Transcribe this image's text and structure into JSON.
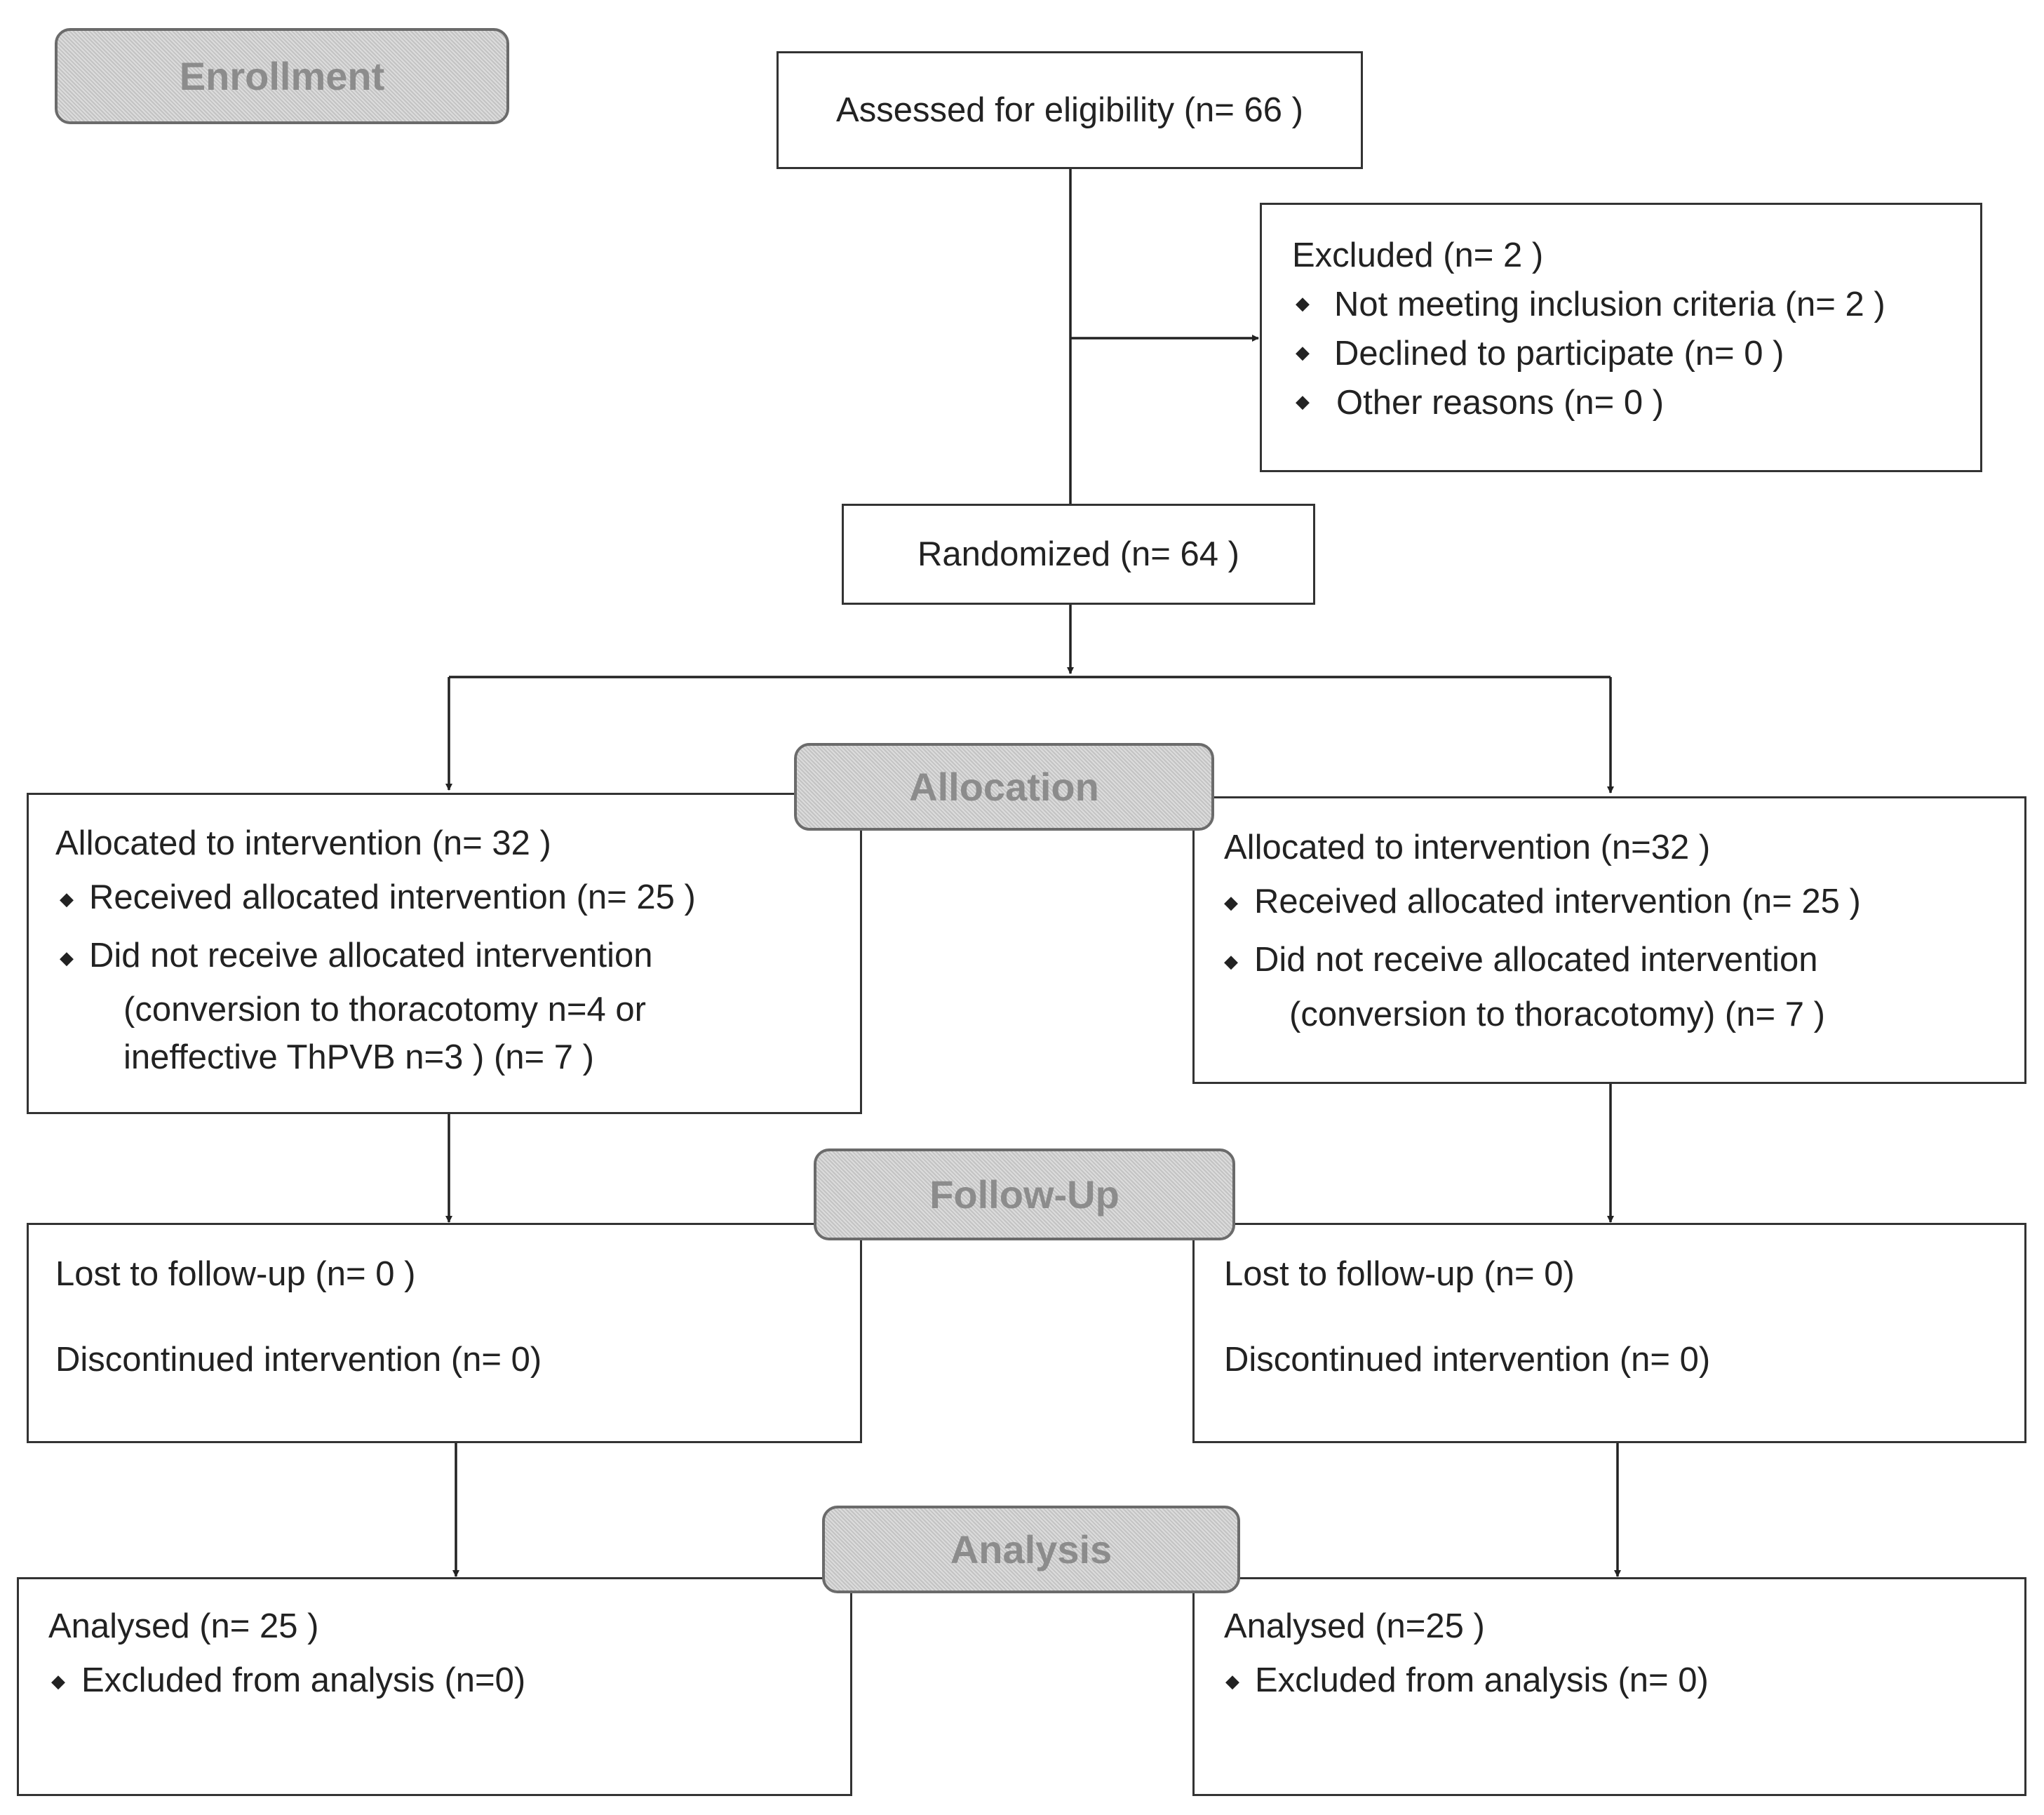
{
  "stages": {
    "enrollment": "Enrollment",
    "allocation": "Allocation",
    "follow_up": "Follow-Up",
    "analysis": "Analysis"
  },
  "assessed": {
    "text": "Assessed for eligibility (n= 66 )"
  },
  "excluded": {
    "title": "Excluded  (n= 2 )",
    "items": [
      "Not meeting inclusion criteria (n= 2 )",
      "Declined to participate (n= 0 )",
      "Other reasons (n= 0 )"
    ]
  },
  "randomized": {
    "text": "Randomized (n= 64 )"
  },
  "allocation_left": {
    "title": "Allocated to intervention (n= 32 )",
    "received": "Received allocated intervention (n= 25 )",
    "not_received": "Did not receive allocated intervention",
    "detail_1": "(conversion to thoracotomy n=4 or",
    "detail_2": "ineffective ThPVB n=3 ) (n= 7 )"
  },
  "allocation_right": {
    "title": "Allocated to intervention (n=32  )",
    "received": "Received allocated intervention (n= 25 )",
    "not_received": "Did not receive allocated intervention",
    "detail_1": "(conversion to thoracotomy) (n= 7 )"
  },
  "followup_left": {
    "lost": "Lost to follow-up (n= 0 )",
    "discontinued": "Discontinued intervention (n= 0)"
  },
  "followup_right": {
    "lost": "Lost to follow-up (n= 0)",
    "discontinued": "Discontinued intervention (n= 0)"
  },
  "analysis_left": {
    "title": "Analysed  (n= 25 )",
    "excluded": "Excluded from analysis (n=0)"
  },
  "analysis_right": {
    "title": "Analysed  (n=25  )",
    "excluded": "Excluded from analysis (n= 0)"
  },
  "colors": {
    "line": "#222222",
    "stage_fill": "#cfcfcf",
    "stage_text": "#8c8c8c"
  },
  "icons": {
    "bullet": "diamond-bullet-icon"
  }
}
